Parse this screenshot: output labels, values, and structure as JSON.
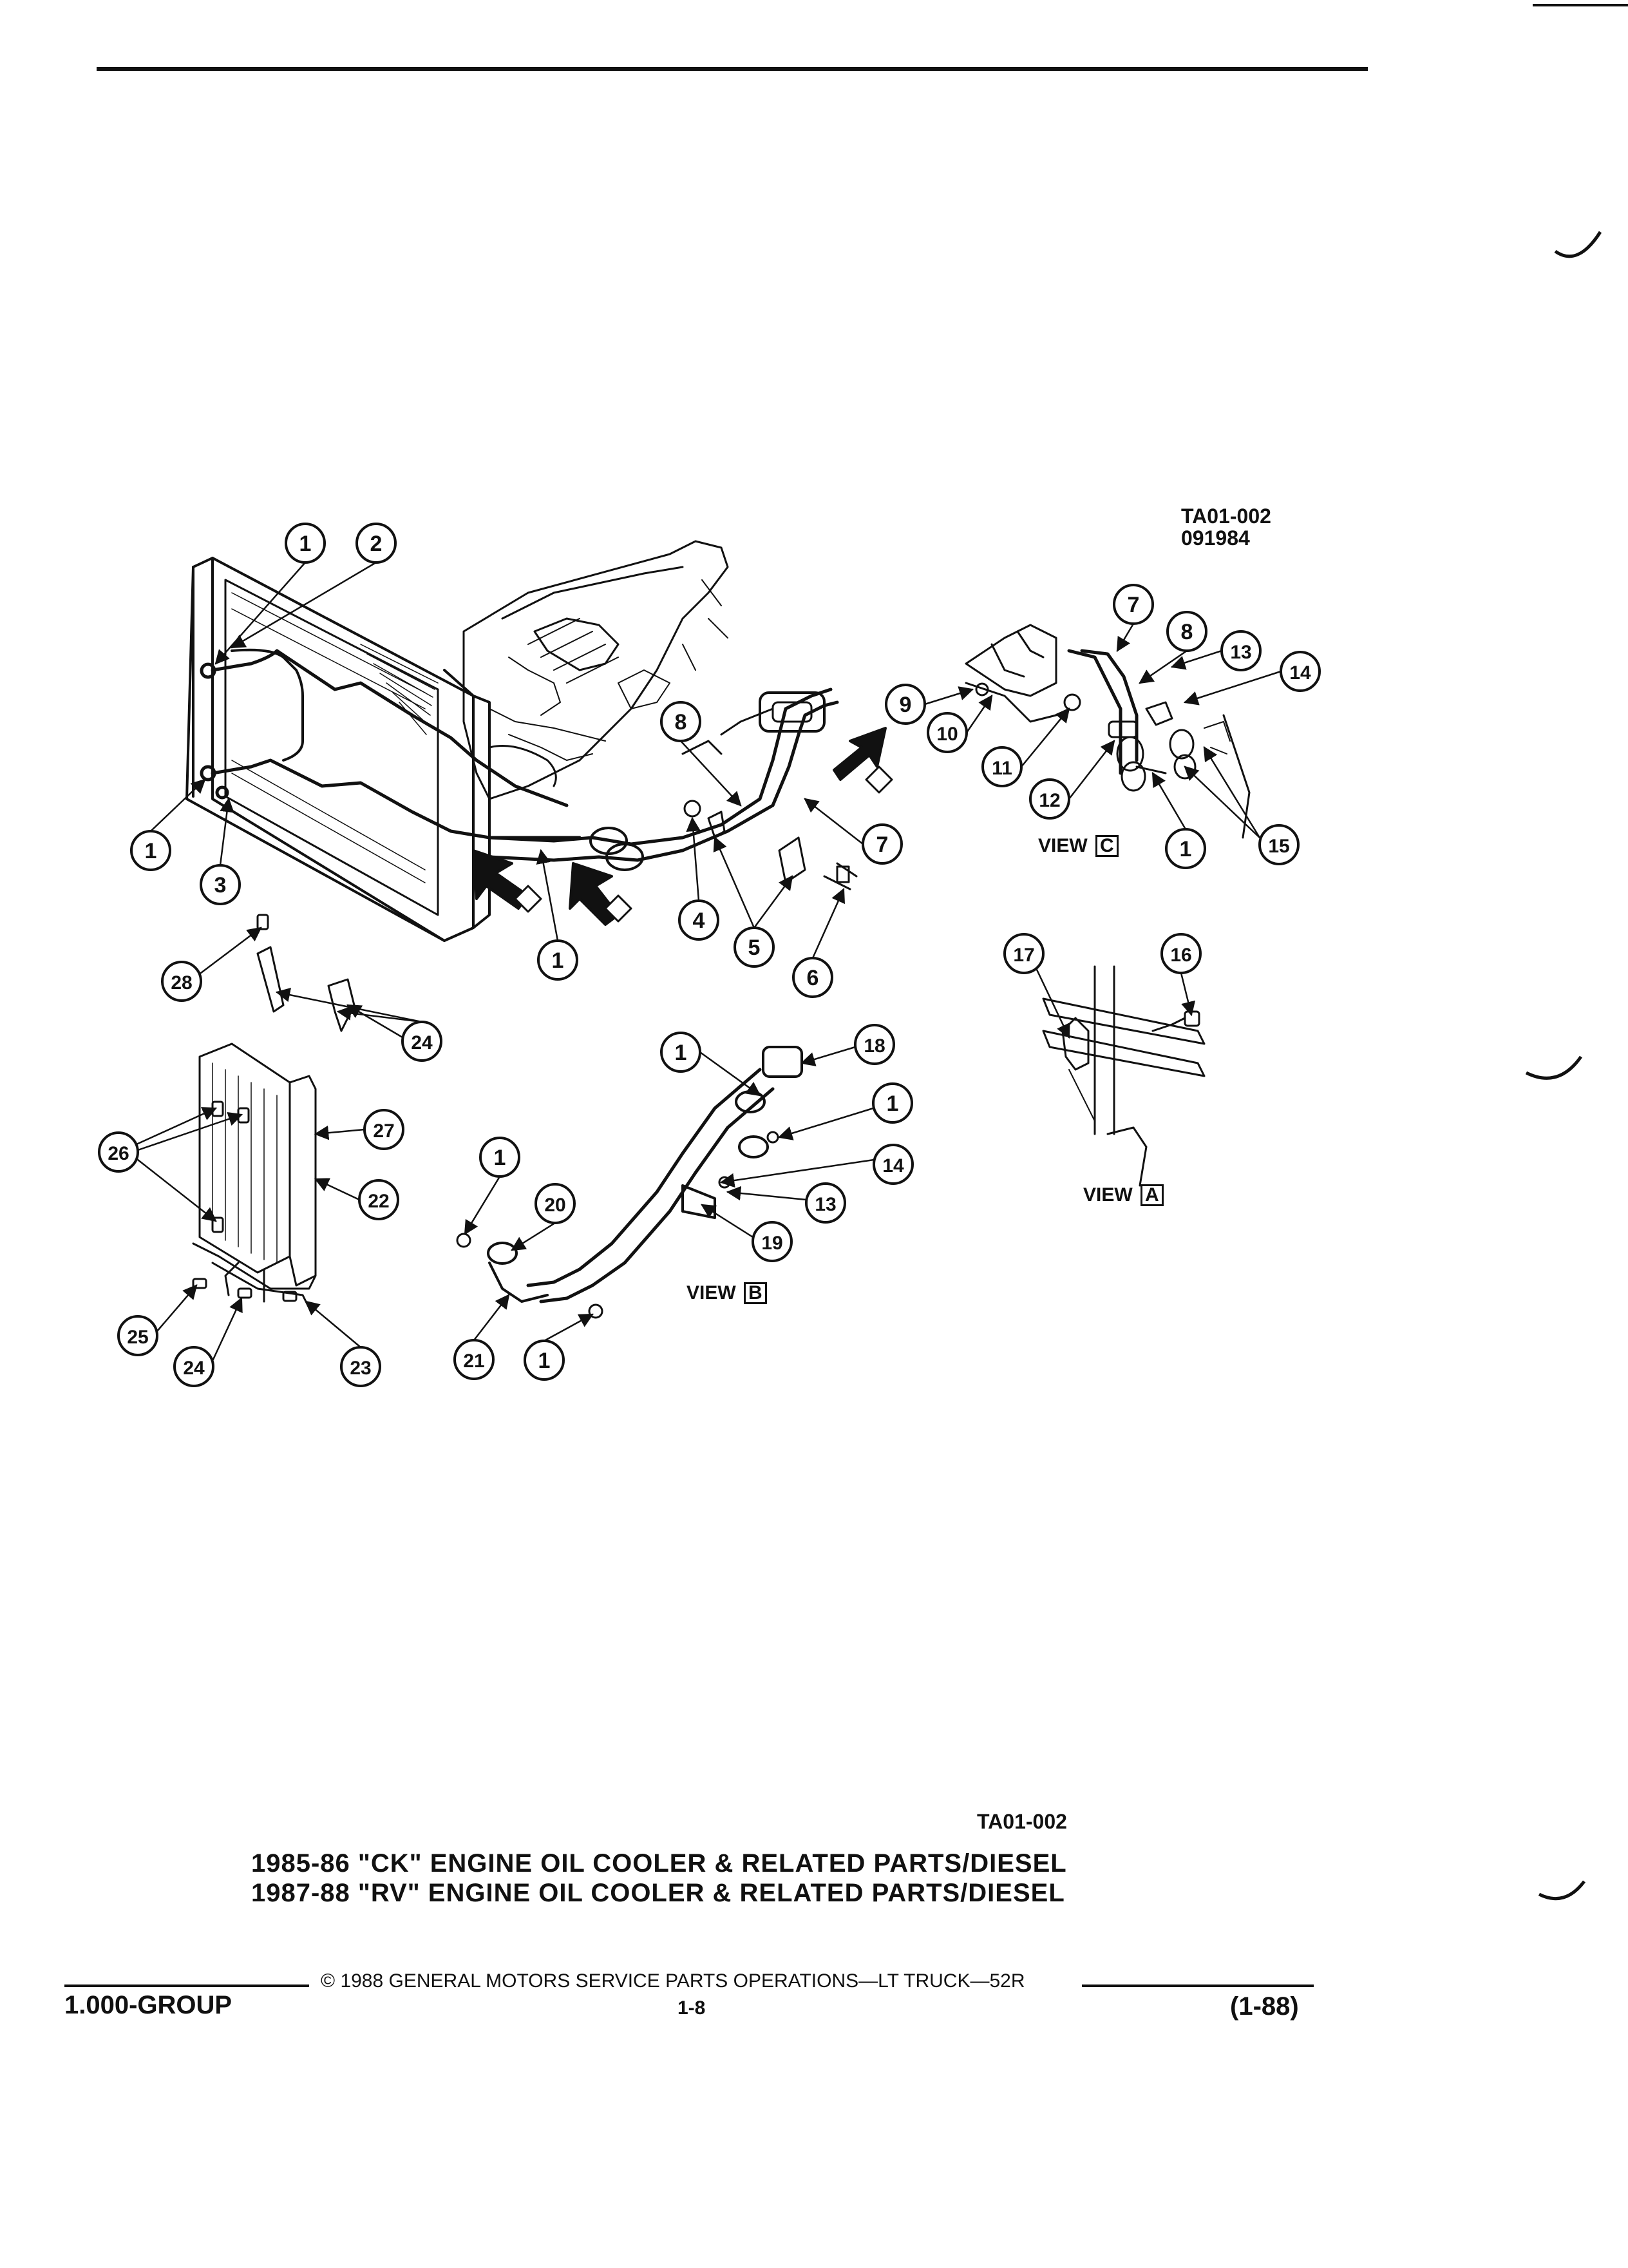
{
  "figure": {
    "ref_top": "TA01-002",
    "date_code": "091984",
    "ref_bottom": "TA01-002",
    "view_word": "VIEW",
    "view_a_letter": "A",
    "view_b_letter": "B",
    "view_c_letter": "C",
    "callouts": [
      "1",
      "2",
      "3",
      "4",
      "5",
      "6",
      "7",
      "8",
      "9",
      "10",
      "11",
      "12",
      "13",
      "14",
      "15",
      "16",
      "17",
      "18",
      "19",
      "20",
      "21",
      "22",
      "23",
      "24",
      "25",
      "26",
      "27",
      "28"
    ]
  },
  "caption": {
    "line1": "1985-86 \"CK\" ENGINE OIL COOLER & RELATED PARTS/DIESEL",
    "line2": "1987-88 \"RV\" ENGINE OIL COOLER & RELATED PARTS/DIESEL"
  },
  "footer": {
    "copyright": "© 1988 GENERAL MOTORS SERVICE PARTS OPERATIONS—LT TRUCK—52R",
    "group": "1.000-GROUP",
    "page": "1-8",
    "revision": "(1-88)"
  }
}
